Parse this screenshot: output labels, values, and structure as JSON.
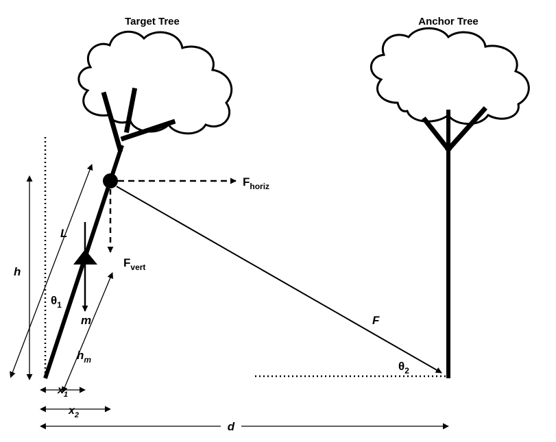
{
  "trees": {
    "target_label": "Target Tree",
    "anchor_label": "Anchor Tree"
  },
  "forces": {
    "horiz_main": "F",
    "horiz_sub": "horiz",
    "vert_main": "F",
    "vert_sub": "vert",
    "cable": "F"
  },
  "dimensions": {
    "length": "L",
    "height": "h",
    "theta1_main": "θ",
    "theta1_sub": "1",
    "theta2_main": "θ",
    "theta2_sub": "2",
    "mass": "m",
    "hm_main": "h",
    "hm_sub": "m",
    "x1_main": "x",
    "x1_sub": "1",
    "x2_main": "x",
    "x2_sub": "2",
    "distance": "d"
  }
}
